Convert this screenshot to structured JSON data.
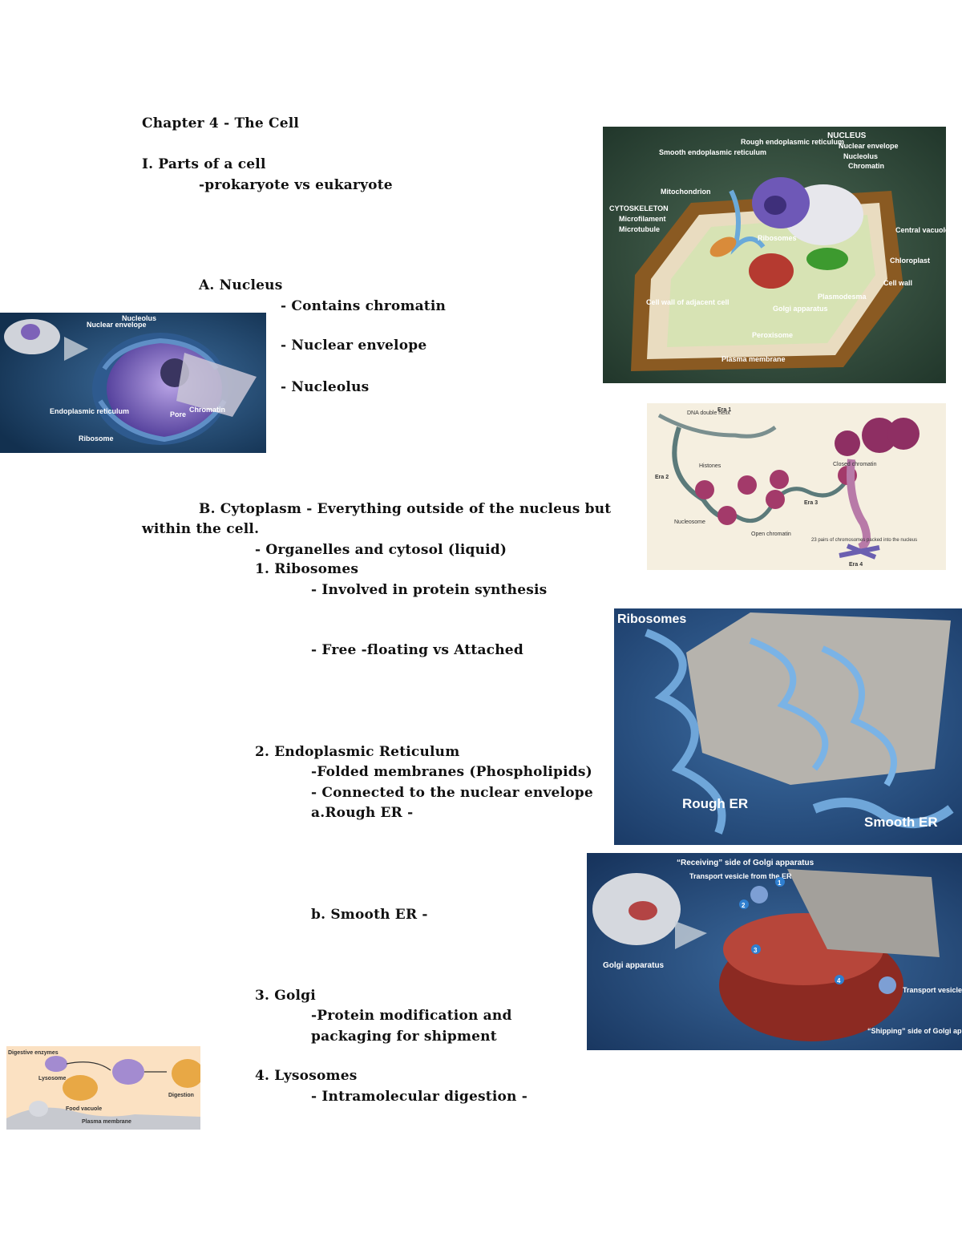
{
  "title": "Chapter 4 - The Cell",
  "section1": {
    "heading": "I. Parts of a cell",
    "sub": "-prokaryote vs eukaryote"
  },
  "nucleus": {
    "heading": "A. Nucleus",
    "points": [
      "- Contains chromatin",
      "- Nuclear envelope",
      "- Nucleolus"
    ]
  },
  "cytoplasm": {
    "heading_line1": "B. Cytoplasm - Everything outside of the nucleus but",
    "heading_line2": "within the cell.",
    "sub": "- Organelles and cytosol (liquid)"
  },
  "ribosomes": {
    "heading": "1. Ribosomes",
    "points": [
      "- Involved in protein synthesis",
      "- Free -floating vs Attached"
    ]
  },
  "er": {
    "heading": "2.  Endoplasmic Reticulum",
    "points": [
      "-Folded membranes (Phospholipids)",
      "- Connected to the nuclear envelope"
    ],
    "rough": "a.Rough ER -",
    "smooth": "b. Smooth ER -"
  },
  "golgi": {
    "heading": "3.  Golgi",
    "line1": "-Protein modification and",
    "line2": "packaging for shipment"
  },
  "lysosomes": {
    "heading": "4. Lysosomes",
    "point": "- Intramolecular digestion -"
  },
  "figures": {
    "nucleus": {
      "labels": [
        "Nuclear envelope",
        "Nucleolus",
        "Endoplasmic reticulum",
        "Pore",
        "Chromatin",
        "Ribosome"
      ]
    },
    "plant_cell": {
      "labels": [
        "NUCLEUS",
        "Nuclear envelope",
        "Nucleolus",
        "Chromatin",
        "Rough endoplasmic reticulum",
        "Smooth endoplasmic reticulum",
        "Mitochondrion",
        "CYTOSKELETON",
        "Microfilament",
        "Microtubule",
        "Ribosomes",
        "Central vacuole",
        "Chloroplast",
        "Cell wall",
        "Plasmodesma",
        "Cell wall of adjacent cell",
        "Golgi apparatus",
        "Peroxisome",
        "Plasma membrane"
      ]
    },
    "chromatin": {
      "labels": [
        "DNA double helix",
        "Era 1",
        "Era 2",
        "Histones",
        "Closed chromatin",
        "Era 3",
        "Nucleosome",
        "Open chromatin",
        "23 pairs of chromosomes packed into the nucleus",
        "Era 4"
      ]
    },
    "er": {
      "labels": [
        "Ribosomes",
        "Rough ER",
        "Smooth ER"
      ]
    },
    "golgi": {
      "labels": [
        "“Receiving” side of Golgi apparatus",
        "Transport vesicle from the ER",
        "Golgi apparatus",
        "Transport vesicle from the Golgi",
        "“Shipping” side of Golgi apparatus"
      ],
      "steps": [
        "1",
        "2",
        "3",
        "4"
      ]
    },
    "lysosome": {
      "labels": [
        "Digestive enzymes",
        "Lysosome",
        "Food vacuole",
        "Digestion",
        "Plasma membrane"
      ]
    }
  }
}
